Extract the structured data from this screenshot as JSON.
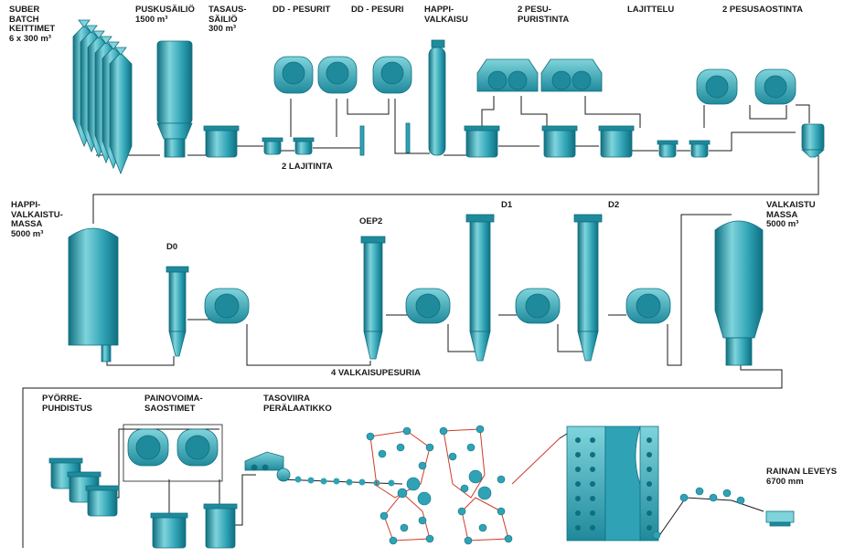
{
  "labels": {
    "suber_batch": "SUBER\nBATCH\nKEITTIMET\n6 x 300 m³",
    "puskusailio": "PUSKUSÄILIÖ\n1500 m³",
    "tasaussailio": "TASAUS-\nSÄILIÖ\n300 m³",
    "dd_pesurit": "DD - PESURIT",
    "dd_pesuri": "DD - PESURI",
    "happivalkaisu": "HAPPI-\nVALKAISU",
    "pesupuristinta": "2 PESU-\nPURISTINTA",
    "lajittelu": "LAJITTELU",
    "pesusaostinta": "2 PESUSAOSTINTA",
    "lajitinta": "2 LAJITINTA",
    "happivalkaistumassa": "HAPPI-\nVALKAISTU-\nMASSA\n5000 m³",
    "d0": "D0",
    "oep2": "OEP2",
    "d1": "D1",
    "d2": "D2",
    "valkaistu_massa": "VALKAISTU\nMASSA\n5000 m³",
    "valkaisupesuria": "4 VALKAISUPESURIA",
    "pyorrepuhdistus": "PYÖRRE-\nPUHDISTUS",
    "painovoimasaostimet": "PAINOVOIMA-\nSAOSTIMET",
    "tasoviira": "TASOVIIRA\nPERÄLAATIKKO",
    "rainan_leveys": "RAINAN LEVEYS\n6700 mm"
  },
  "colors": {
    "equipment": "#2fa3b5",
    "equipment_light": "#7fd4dc",
    "equipment_dark": "#0f6f80",
    "pipe": "#1a1a1a",
    "felt": "#d23a2a"
  }
}
